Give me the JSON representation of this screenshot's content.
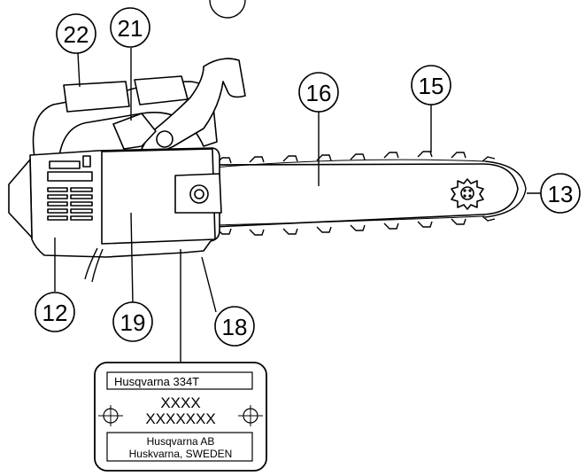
{
  "callouts": {
    "c22": "22",
    "c21": "21",
    "c16": "16",
    "c15": "15",
    "c13": "13",
    "c12": "12",
    "c19": "19",
    "c18": "18"
  },
  "plate": {
    "model": "Husqvarna 334T",
    "line1": "XXXX",
    "line2": "XXXXXXX",
    "maker_line1": "Husqvarna AB",
    "maker_line2": "Huskvarna, SWEDEN"
  }
}
